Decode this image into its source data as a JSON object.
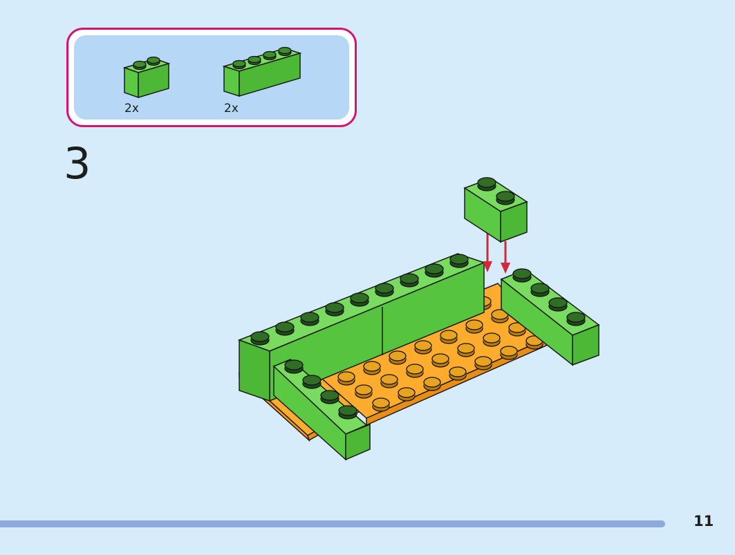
{
  "parts": [
    {
      "name": "green-brick-1x2",
      "count_label": "2x"
    },
    {
      "name": "green-brick-1x4",
      "count_label": "2x"
    }
  ],
  "step": {
    "number": "3"
  },
  "footer": {
    "page_number": "11"
  },
  "colors": {
    "brick_green": "#62d24a",
    "brick_green_dark": "#48b233",
    "plate_orange": "#fdac2e",
    "arrow_red": "#d1283a",
    "callout_border": "#d6136f",
    "callout_fill": "#b6d8f6",
    "page_bg": "#d6ecfb",
    "footer_bar": "#8ea9dc"
  }
}
